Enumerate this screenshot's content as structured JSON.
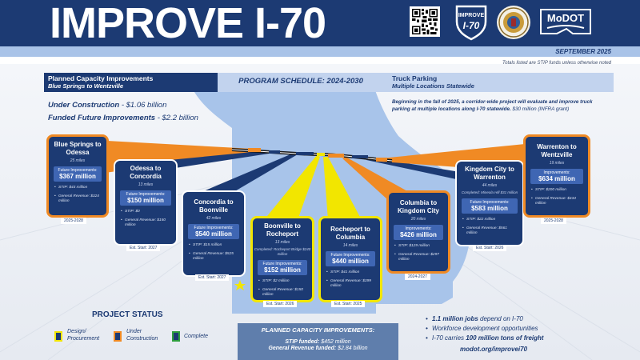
{
  "header": {
    "title": "IMPROVE I-70",
    "logo_improve_text": [
      "IMPROVE",
      "I-70"
    ],
    "logo_modot_text": "MoDOT",
    "date": "SEPTEMBER 2025"
  },
  "note": "Totals listed are STIP funds unless otherwise noted",
  "sections": {
    "left_title": "Planned Capacity Improvements",
    "left_subtitle": "Blue Springs to Wentzville",
    "middle": "PROGRAM SCHEDULE: 2024-2030",
    "right_title": "Truck Parking",
    "right_subtitle": "Multiple Locations Statewide"
  },
  "summary": {
    "under_label": "Under Construction",
    "under_value": " - $1.06 billion",
    "funded_label": "Funded Future Improvements",
    "funded_value": " - $2.2 billion"
  },
  "truck_text": "Beginning in the fall of 2025, a corridor-wide project will evaluate and improve truck parking at multiple locations along I-70 statewide.",
  "truck_funding": " $30 million (INFRA grant)",
  "segments": [
    {
      "title": "Blue Springs to Odessa",
      "miles": "25 miles",
      "fund_label": "Future Improvements:",
      "fund_amount": "$367 million",
      "bullet1": "STIP: $43 million",
      "bullet2": "General Revenue: $324 million",
      "footer": "2025-2028",
      "status": "Under Construction"
    },
    {
      "title": "Odessa to Concordia",
      "miles": "13 miles",
      "fund_label": "Future Improvements:",
      "fund_amount": "$150 million",
      "bullet1": "STIP: $0",
      "bullet2": "General Revenue: $150 million",
      "footer": "Est. Start: 2027",
      "status": "Future"
    },
    {
      "title": "Concordia to Boonville",
      "miles": "42 miles",
      "fund_label": "Future Improvements:",
      "fund_amount": "$540 million",
      "bullet1": "STIP: $15 million",
      "bullet2": "General Revenue: $525 million",
      "footer": "Est. Start: 2027",
      "status": "Future"
    },
    {
      "title": "Boonville to Rocheport",
      "miles": "13 miles",
      "completed": "Completed: Rocheport Bridge $240 million",
      "fund_label": "Future Improvements:",
      "fund_amount": "$152 million",
      "bullet1": "STIP: $2 million",
      "bullet2": "General Revenue: $150 million",
      "footer": "Est. Start: 2026",
      "status": "Design/Procurement"
    },
    {
      "title": "Rocheport to Columbia",
      "miles": "14 miles",
      "fund_label": "Future Improvements:",
      "fund_amount": "$440 million",
      "bullet1": "STIP: $41 million",
      "bullet2": "General Revenue: $399 million",
      "footer": "Est. Start: 2025",
      "status": "Design/Procurement"
    },
    {
      "title": "Columbia to Kingdom City",
      "miles": "20 miles",
      "fund_label": "Improvements:",
      "fund_amount": "$426 million",
      "bullet1": "STIP: $129 million",
      "bullet2": "General Revenue: $297 million",
      "footer": "2024-2027",
      "status": "Under Construction"
    },
    {
      "title": "Kingdom City to Warrenton",
      "miles": "44 miles",
      "completed": "Completed: Mineola Hill $31 million",
      "fund_label": "Future Improvements:",
      "fund_amount": "$583 million",
      "bullet1": "STIP: $22 million",
      "bullet2": "General Revenue: $561 million",
      "footer": "Est. Start: 2026",
      "status": "Future"
    },
    {
      "title": "Warrenton to Wentzville",
      "miles": "19 miles",
      "fund_label": "Improvements:",
      "fund_amount": "$634 million",
      "bullet1": "STIP: $200 million",
      "bullet2": "General Revenue: $434 million",
      "footer": "2025-2028",
      "status": "Under Construction"
    }
  ],
  "project_status": {
    "title": "PROJECT STATUS",
    "items": [
      {
        "label1": "Design/",
        "label2": "Procurement",
        "color": "#f2e600"
      },
      {
        "label1": "Under",
        "label2": "Construction",
        "color": "#f08a24"
      },
      {
        "label1": "Complete",
        "label2": "",
        "color": "#2e9e3e"
      }
    ]
  },
  "planned_box": {
    "title": "PLANNED CAPACITY IMPROVEMENTS:",
    "stip_label": "STIP funded:",
    "stip_value": " $452 million",
    "gen_label": "General Revenue funded:",
    "gen_value": " $2.84 billion"
  },
  "facts": [
    {
      "bold": "1.1 million jobs",
      "rest": " depend on I-70"
    },
    {
      "bold": "",
      "rest": "Workforce development opportunities"
    },
    {
      "bold": "",
      "rest": "I-70 carries ",
      "bold2": "100 million tons of freight"
    }
  ],
  "website": "modot.org/improvei70",
  "colors": {
    "navy": "#1c3a73",
    "orange": "#f08a24",
    "yellow": "#f2e600",
    "green": "#2e9e3e",
    "light_blue": "#a9c3e8",
    "map_blue": "#a8c4ea"
  }
}
